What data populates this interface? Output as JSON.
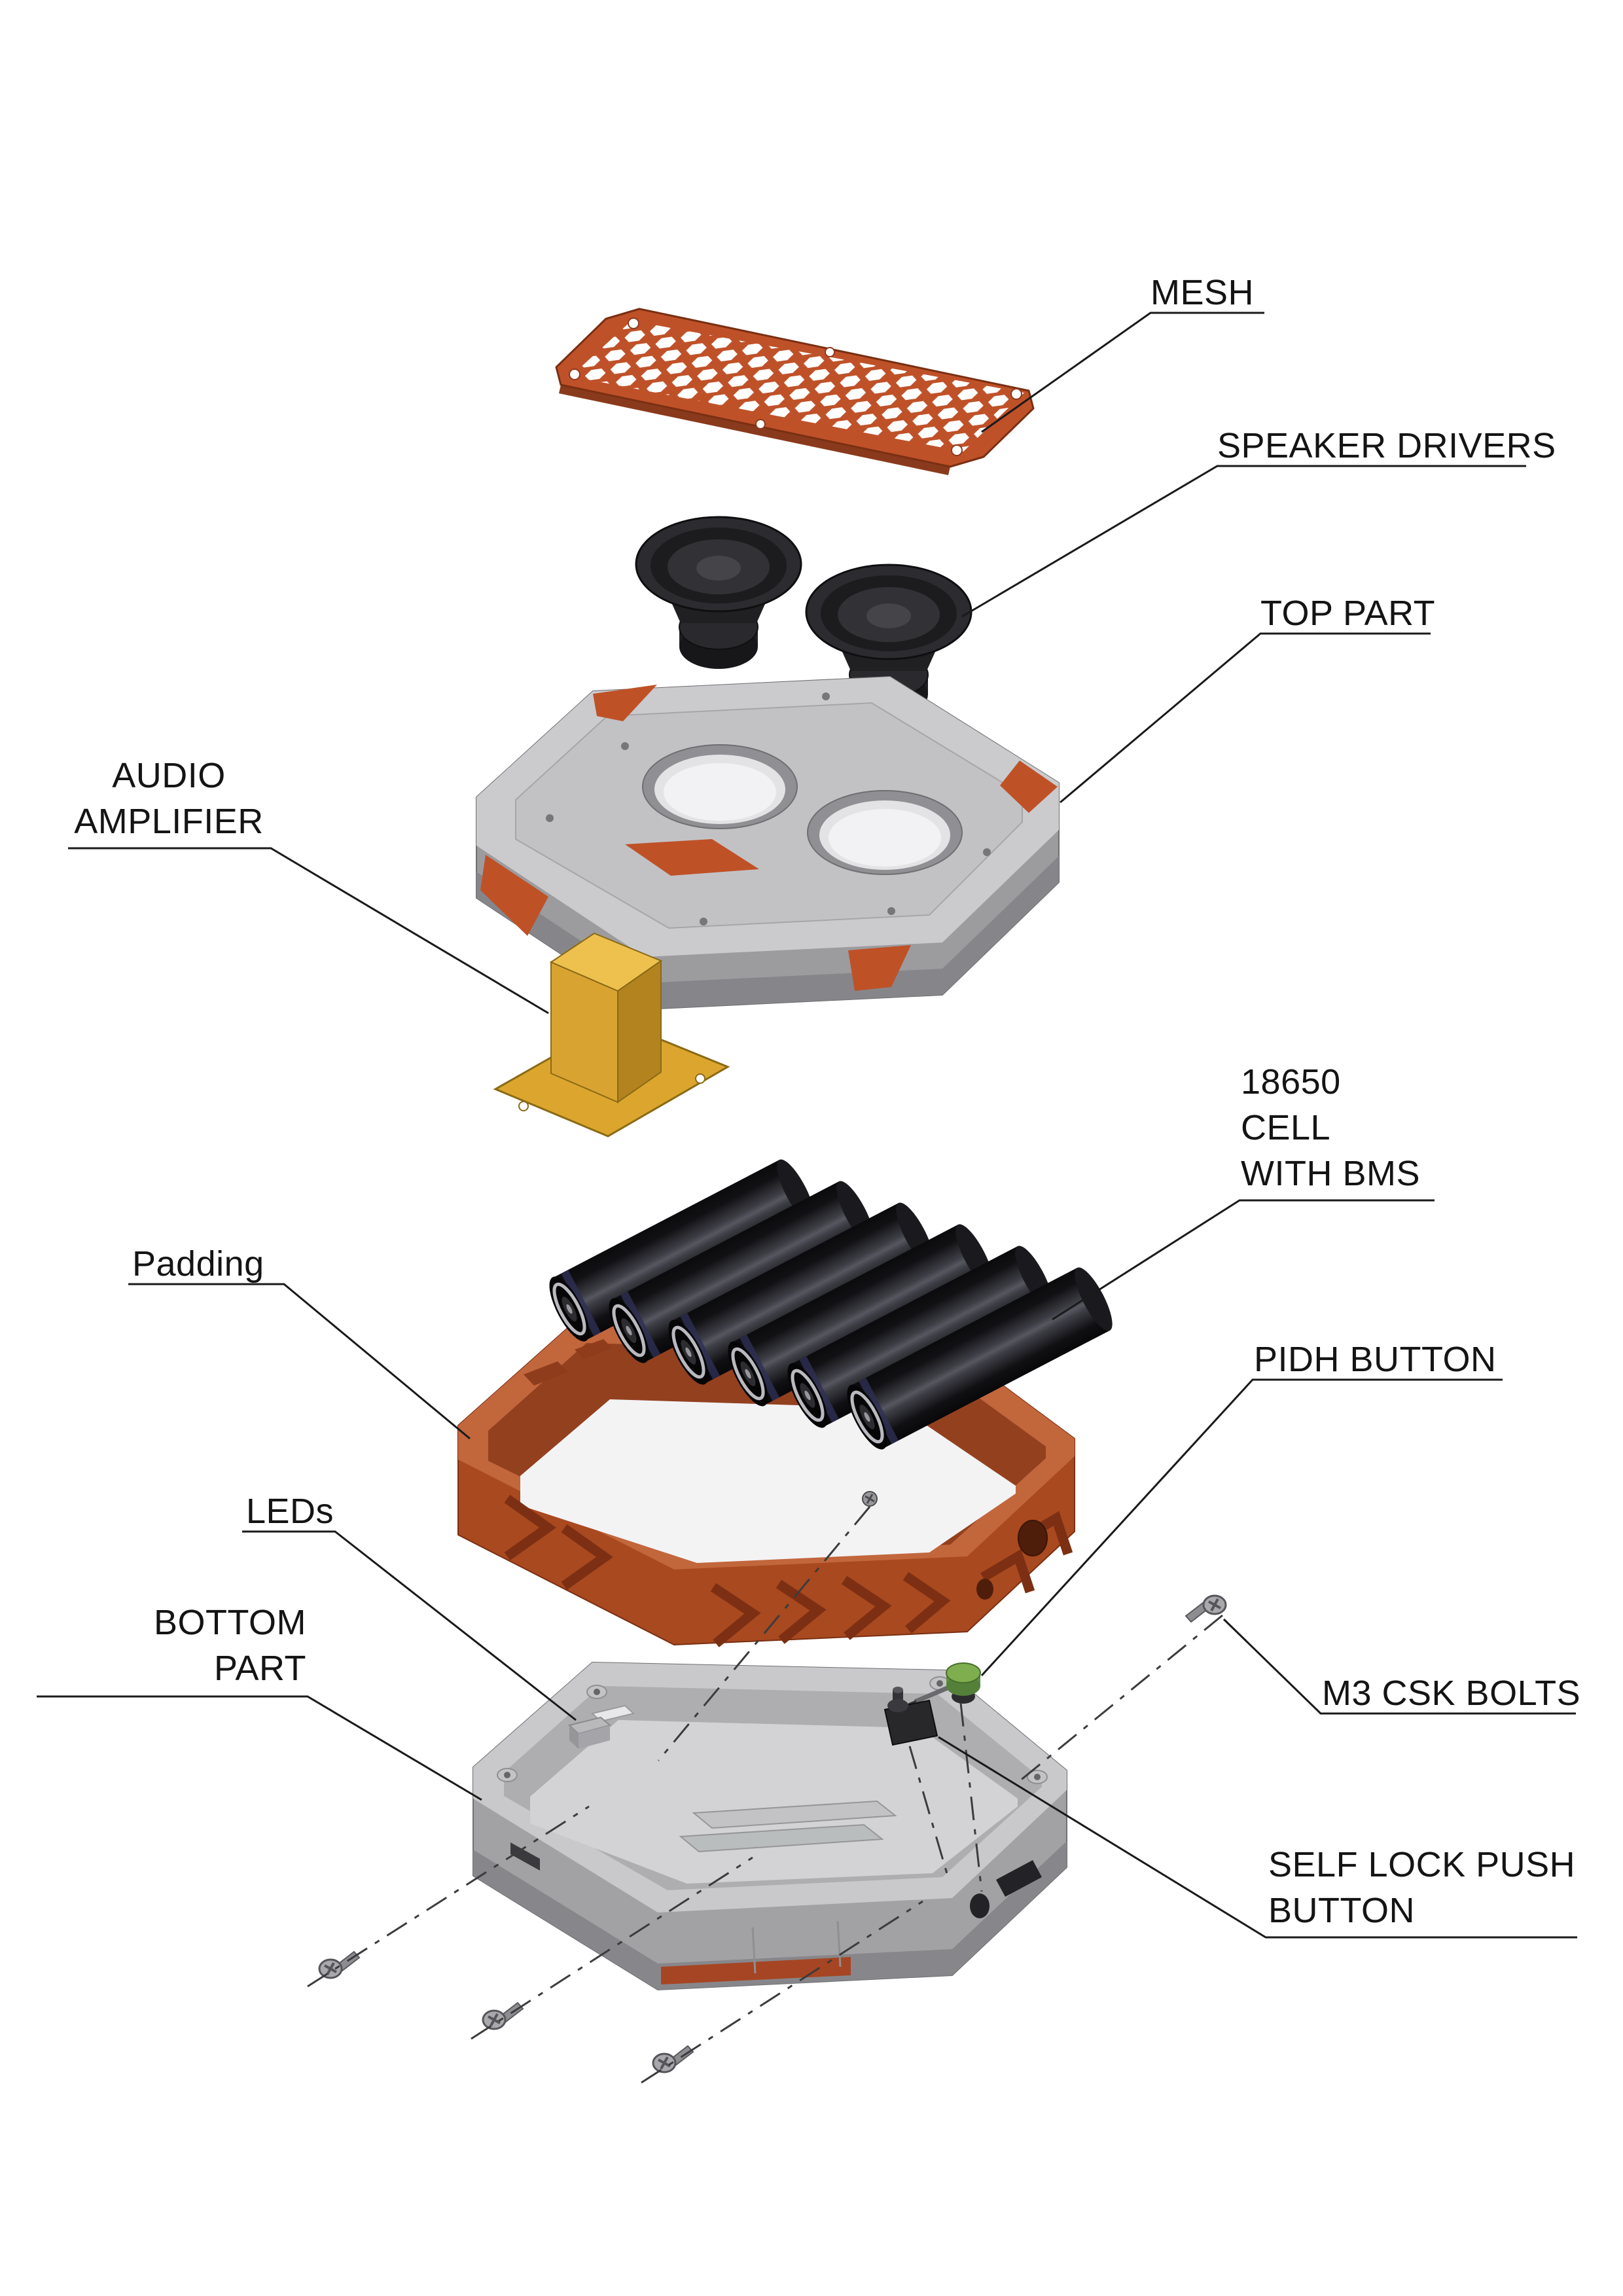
{
  "labels": {
    "mesh": "MESH",
    "speaker_drivers": "SPEAKER DRIVERS",
    "top_part": "TOP PART",
    "audio_amplifier": "AUDIO\nAMPLIFIER",
    "cell": "18650\nCELL\nWITH BMS",
    "padding": "Padding",
    "pidh_button": "PIDH BUTTON",
    "leds": "LEDs",
    "bottom_part": "BOTTOM\nPART",
    "m3_bolts": "M3 CSK BOLTS",
    "self_lock_button": "SELF LOCK PUSH\nBUTTON"
  },
  "colors": {
    "background": "#ffffff",
    "annotation_line": "#1a1a1a",
    "part_orange": "#b5512a",
    "part_orange_dark": "#7c2f13",
    "part_gray_light": "#cbcbce",
    "part_gray_mid": "#a2a2a5",
    "part_gray_dark": "#85858a",
    "part_black": "#1d1d1f",
    "pcb_gold": "#dca62e",
    "button_green": "#7fae4f",
    "metal": "#a9a9ad"
  }
}
